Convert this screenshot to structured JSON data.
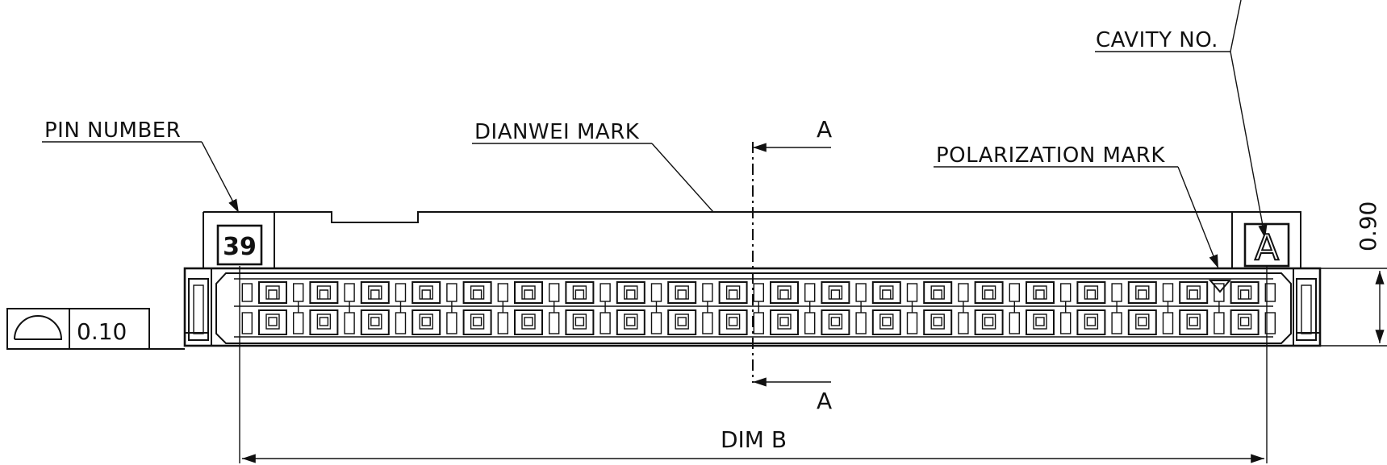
{
  "labels": {
    "pin_number": "PIN NUMBER",
    "dianwei_mark": "DIANWEI MARK",
    "polarization_mark": "POLARIZATION MARK",
    "cavity_no": "CAVITY NO.",
    "section_top": "A",
    "section_bottom": "A",
    "dim_b": "DIM B",
    "height_dim": "0.90",
    "pin_number_value": "39",
    "cavity_value": "A"
  },
  "tolerance": {
    "symbol": "profile-of-line-icon",
    "value": "0.10"
  },
  "connector": {
    "contact_count_per_row": 20
  }
}
